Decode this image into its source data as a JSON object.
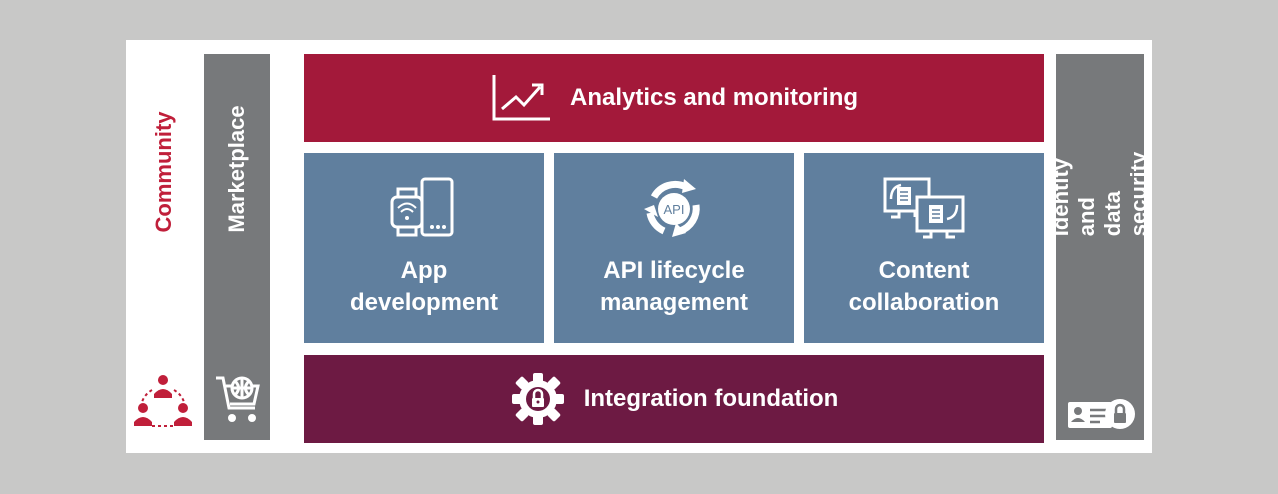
{
  "community": {
    "label": "Community",
    "icon": "community-people-icon",
    "color": "#c01f3a"
  },
  "marketplace": {
    "label": "Marketplace",
    "icon": "shopping-cart-globe-icon"
  },
  "analytics": {
    "label": "Analytics and monitoring",
    "icon": "line-chart-icon",
    "color": "#a3193a"
  },
  "boxes": [
    {
      "label": "App\ndevelopment",
      "icon": "watch-and-phone-icon"
    },
    {
      "label": "API lifecycle\nmanagement",
      "icon": "api-cycle-icon",
      "icon_text": "API"
    },
    {
      "label": "Content\ncollaboration",
      "icon": "monitors-documents-icon"
    }
  ],
  "integration": {
    "label": "Integration foundation",
    "icon": "gear-lock-icon",
    "color": "#6d1a43"
  },
  "identity": {
    "label": "Identity and\ndata security",
    "icon": "id-card-lock-icon"
  },
  "colors": {
    "background": "#c8c8c7",
    "gray": "#77797b",
    "blue": "#607f9e"
  }
}
